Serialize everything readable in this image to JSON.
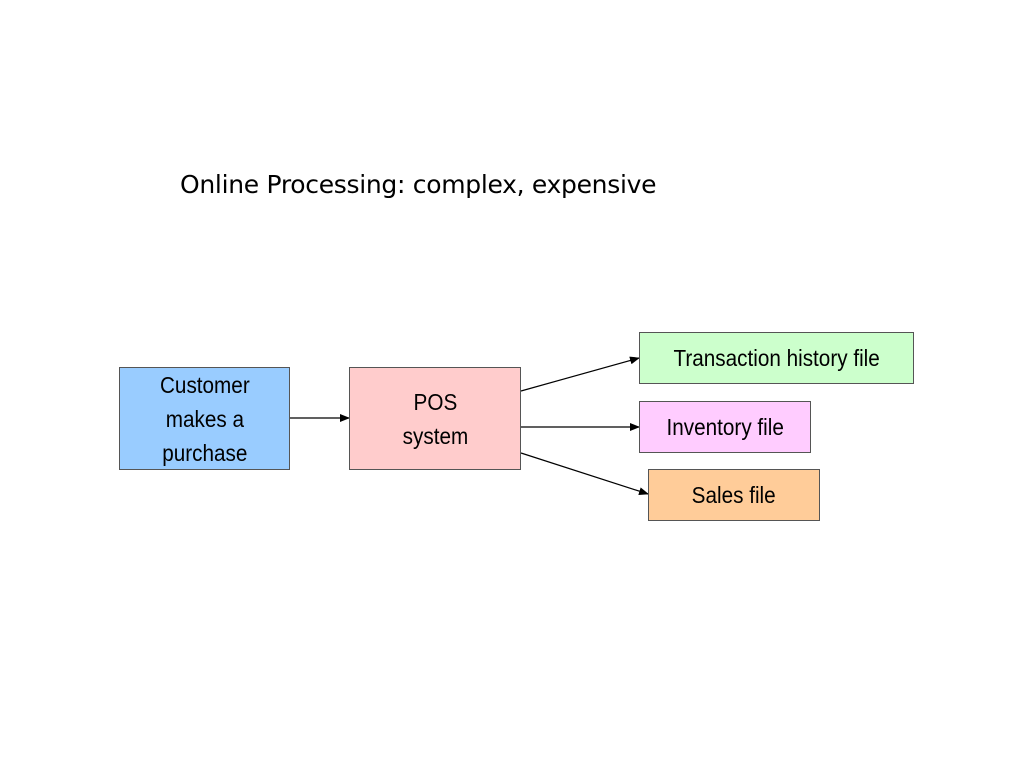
{
  "slide": {
    "title": "Online Processing: complex, expensive"
  },
  "diagram": {
    "nodes": {
      "customer": {
        "lines": [
          "Customer",
          "makes a",
          "purchase"
        ],
        "color": "#99ccff"
      },
      "pos": {
        "lines": [
          "POS",
          "system"
        ],
        "color": "#ffcccc"
      },
      "transaction_history": {
        "label": "Transaction history file",
        "color": "#ccffcc"
      },
      "inventory": {
        "label": "Inventory file",
        "color": "#ffccff"
      },
      "sales": {
        "label": "Sales file",
        "color": "#ffcc99"
      }
    },
    "edges": [
      {
        "from": "customer",
        "to": "pos"
      },
      {
        "from": "pos",
        "to": "transaction_history"
      },
      {
        "from": "pos",
        "to": "inventory"
      },
      {
        "from": "pos",
        "to": "sales"
      }
    ]
  }
}
